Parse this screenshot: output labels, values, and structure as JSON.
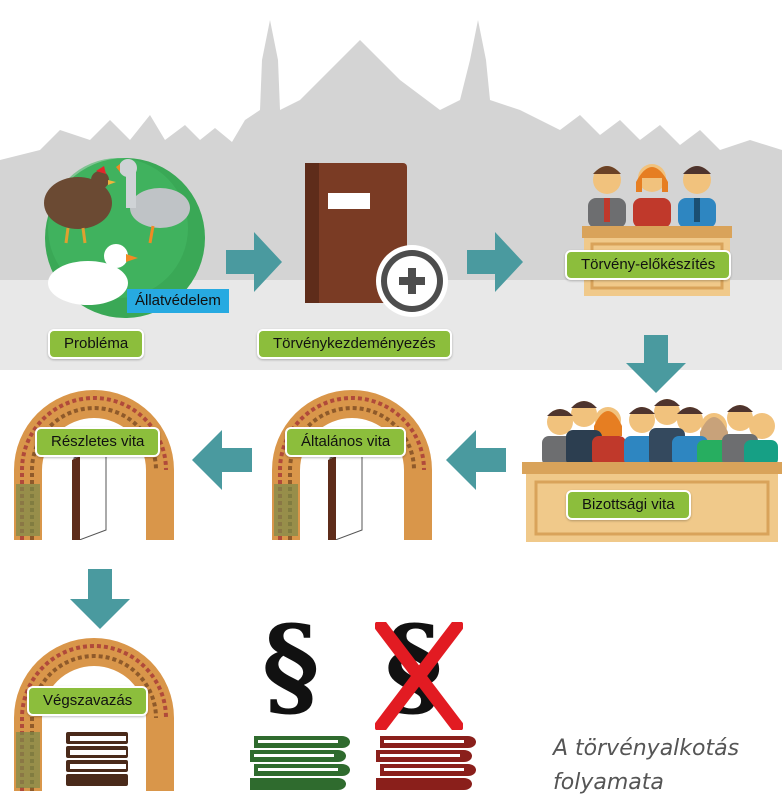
{
  "colors": {
    "arrow": "#4a9a9f",
    "label_bg": "#8cbe3c",
    "tag_bg": "#27aae1",
    "book_brown": "#7a3b24",
    "book_green": "#2f6b2e",
    "book_red": "#8a1f1b",
    "cross_red": "#e21b22"
  },
  "steps": {
    "problem": "Probléma",
    "animal_tag": "Állatvédelem",
    "initiative": "Törvénykezdeményezés",
    "preparation": "Törvény-előkészítés",
    "committee": "Bizottsági vita",
    "general_debate": "Általános vita",
    "detailed_debate": "Részletes vita",
    "final_vote": "Végszavazás"
  },
  "symbols": {
    "paragraph": "§"
  },
  "caption": {
    "line1": "A törvényalkotás",
    "line2": "folyamata"
  }
}
